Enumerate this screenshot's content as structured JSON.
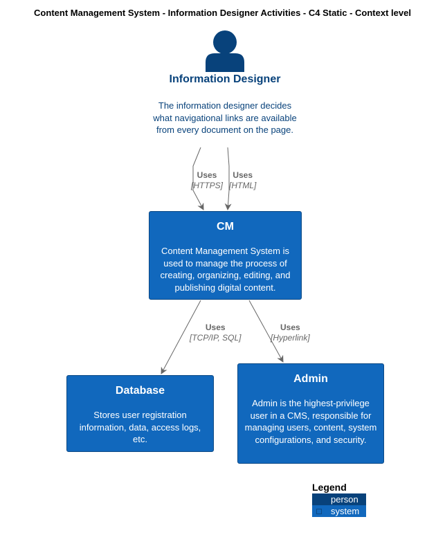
{
  "title": "Content Management System - Information Designer Activities - C4 Static - Context level",
  "person": {
    "name": "Information Designer",
    "description": "The information designer decides what navigational links are available from every document on the page.",
    "color": "#08427B"
  },
  "systems": {
    "cm": {
      "name": "CM",
      "description": "Content Management System is used to manage the process of creating, organizing, editing, and publishing digital content."
    },
    "database": {
      "name": "Database",
      "description": "Stores user registration information, data, access logs, etc."
    },
    "admin": {
      "name": "Admin",
      "description": "Admin is the highest-privilege user in a CMS, responsible for managing users, content, system configurations, and security."
    }
  },
  "relations": [
    {
      "from": "Information Designer",
      "to": "CM",
      "label": "Uses",
      "technology": "[HTTPS]"
    },
    {
      "from": "Information Designer",
      "to": "CM",
      "label": "Uses",
      "technology": "[HTML]"
    },
    {
      "from": "CM",
      "to": "Database",
      "label": "Uses",
      "technology": "[TCP/IP, SQL]"
    },
    {
      "from": "CM",
      "to": "Admin",
      "label": "Uses",
      "technology": "[Hyperlink]"
    }
  ],
  "legend": {
    "title": "Legend",
    "items": [
      {
        "label": "person",
        "color": "#08427B"
      },
      {
        "label": "system",
        "color": "#1168BD"
      }
    ]
  },
  "colors": {
    "system": "#1168BD",
    "system_border": "#0B4884",
    "person": "#08427B",
    "arrow": "#666666"
  }
}
